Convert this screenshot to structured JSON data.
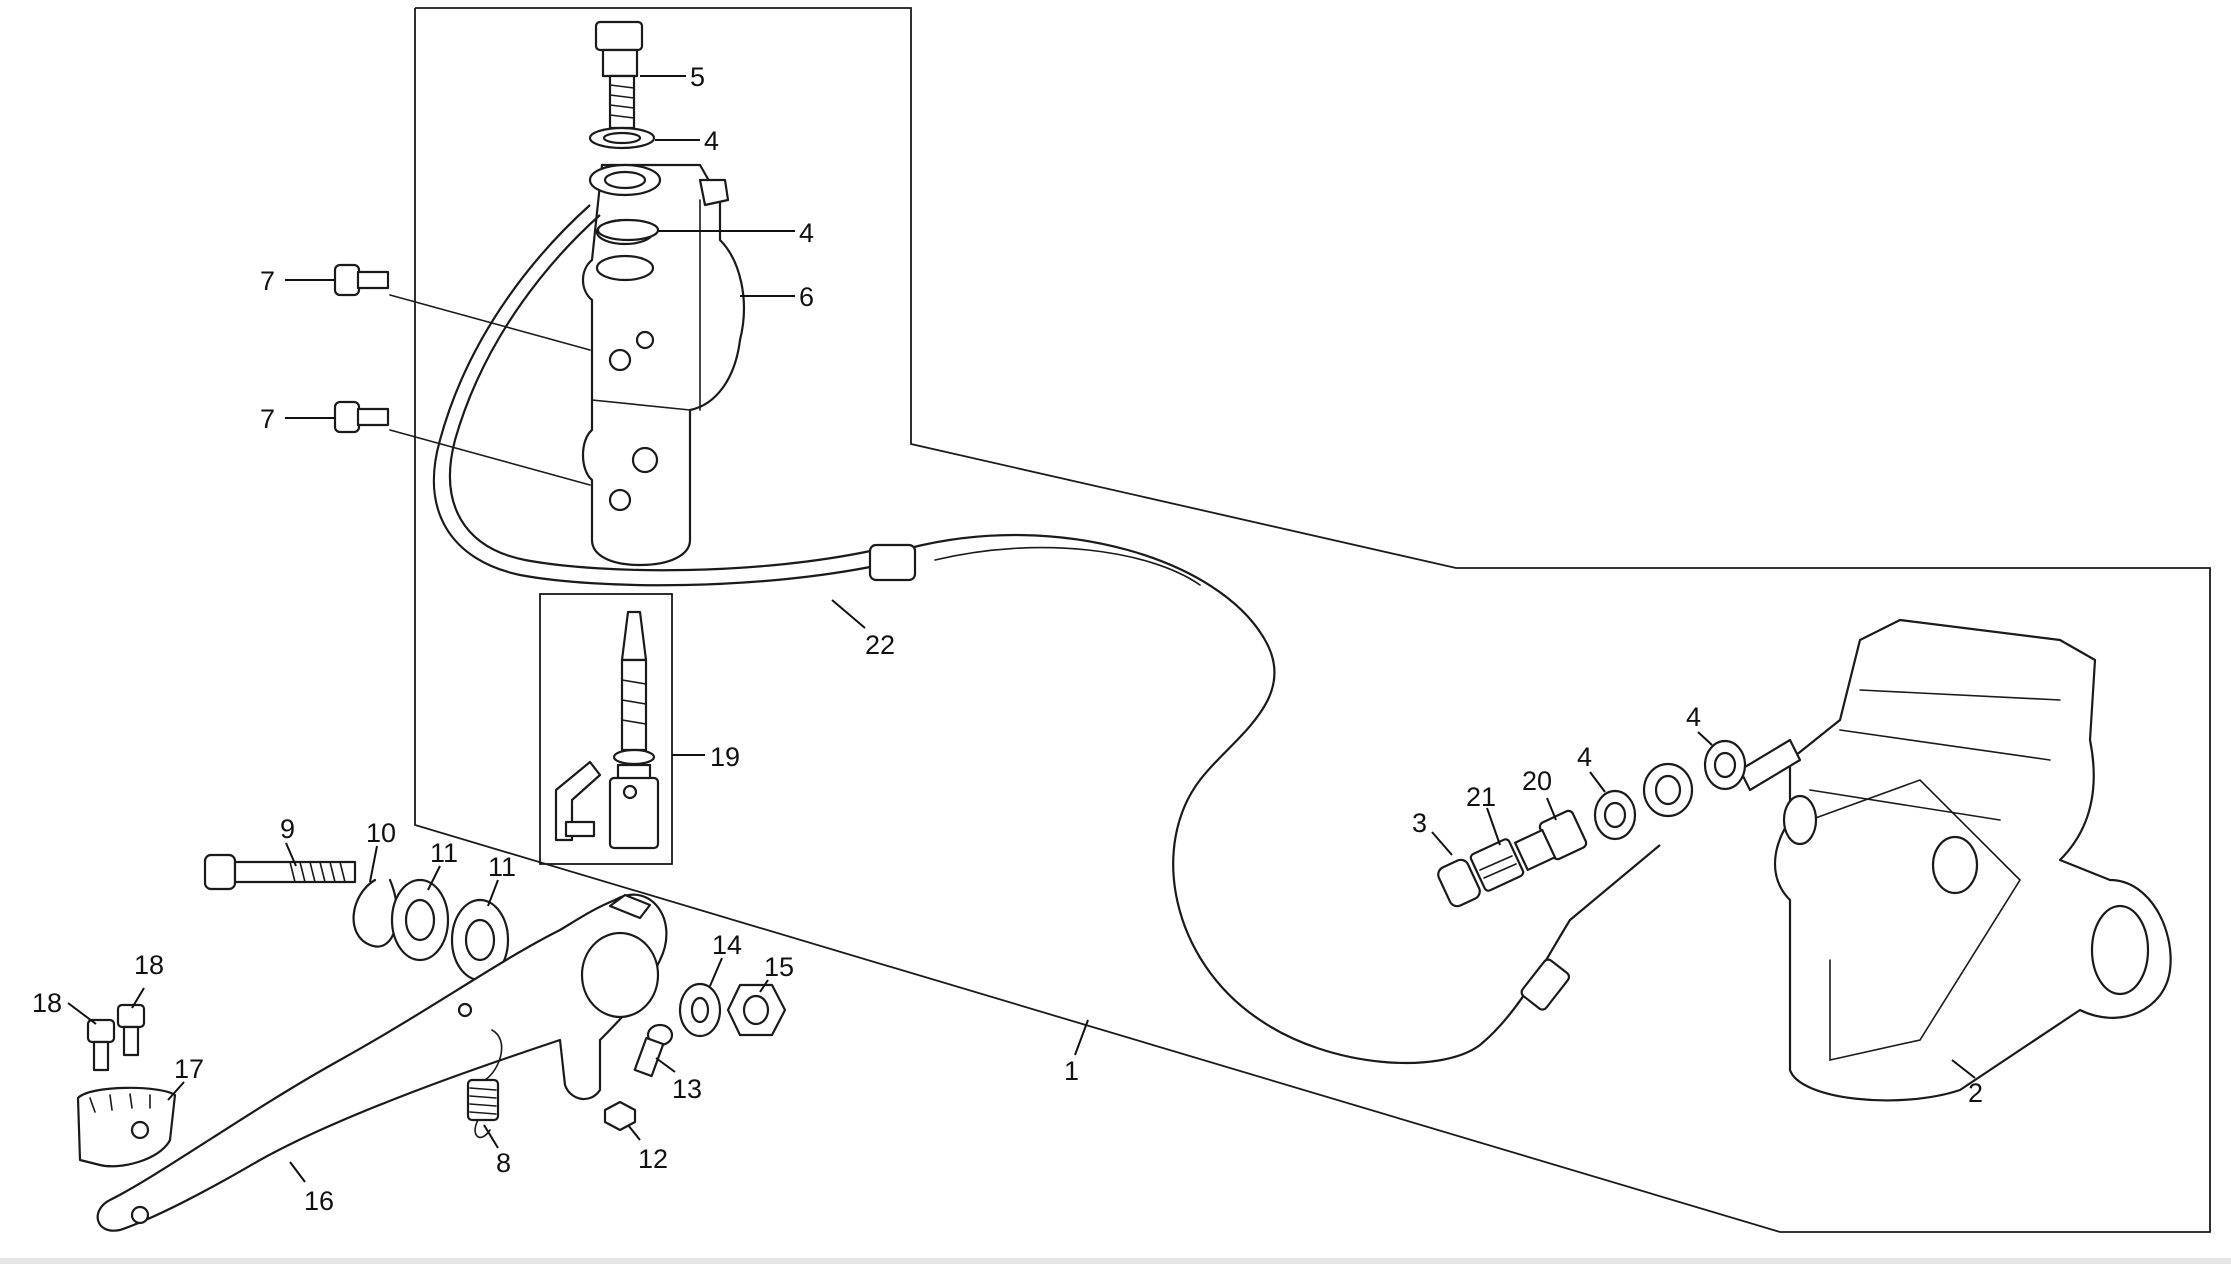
{
  "callouts": [
    {
      "id": "c5",
      "text": "5"
    },
    {
      "id": "c4a",
      "text": "4"
    },
    {
      "id": "c4b",
      "text": "4"
    },
    {
      "id": "c6",
      "text": "6"
    },
    {
      "id": "c7a",
      "text": "7"
    },
    {
      "id": "c7b",
      "text": "7"
    },
    {
      "id": "c22",
      "text": "22"
    },
    {
      "id": "c19",
      "text": "19"
    },
    {
      "id": "c9",
      "text": "9"
    },
    {
      "id": "c10",
      "text": "10"
    },
    {
      "id": "c11a",
      "text": "11"
    },
    {
      "id": "c11b",
      "text": "11"
    },
    {
      "id": "c14",
      "text": "14"
    },
    {
      "id": "c15",
      "text": "15"
    },
    {
      "id": "c18a",
      "text": "18"
    },
    {
      "id": "c18b",
      "text": "18"
    },
    {
      "id": "c17",
      "text": "17"
    },
    {
      "id": "c13",
      "text": "13"
    },
    {
      "id": "c8",
      "text": "8"
    },
    {
      "id": "c12",
      "text": "12"
    },
    {
      "id": "c16",
      "text": "16"
    },
    {
      "id": "c1",
      "text": "1"
    },
    {
      "id": "c3",
      "text": "3"
    },
    {
      "id": "c21",
      "text": "21"
    },
    {
      "id": "c20",
      "text": "20"
    },
    {
      "id": "c4c",
      "text": "4"
    },
    {
      "id": "c4d",
      "text": "4"
    },
    {
      "id": "c2",
      "text": "2"
    }
  ]
}
